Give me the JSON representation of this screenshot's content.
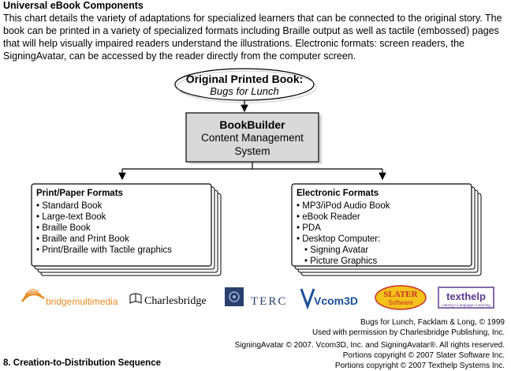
{
  "header": {
    "title": "Universal eBook Components",
    "intro": "This chart details the variety of adaptations for specialized learners that can be connected to the original story. The book can be printed in a variety of specialized formats including Braille output as well as tactile (embossed) pages that will help visually impaired readers understand the illustrations. Electronic formats: screen readers, the SigningAvatar, can be accessed by the reader directly from the computer screen."
  },
  "diagram": {
    "original": {
      "title": "Original Printed Book:",
      "subtitle": "Bugs for Lunch"
    },
    "bookbuilder": {
      "title": "BookBuilder",
      "line1": "Content Management",
      "line2": "System"
    },
    "print_formats": {
      "heading": "Print/Paper Formats",
      "items": [
        "Standard Book",
        "Large-text Book",
        "Braille Book",
        "Braille and Print Book",
        "Print/Braille with Tactile graphics"
      ]
    },
    "electronic_formats": {
      "heading": "Electronic Formats",
      "items": [
        "MP3/iPod Audio Book",
        "eBook Reader",
        "PDA",
        "Desktop Computer:"
      ],
      "subitems": [
        "Signing Avatar",
        "Picture Graphics"
      ]
    }
  },
  "logos": {
    "bridge": "bridgemultimedia",
    "charlesbridge": "Charlesbridge",
    "terc": "TERC",
    "vcom3d": "Vcom3D",
    "slater_top": "SLATER",
    "slater_bottom": "Software",
    "texthelp": "texthelp",
    "texthelp_tag": "Literacy • Language • Learning"
  },
  "credits": {
    "line1": "Bugs for Lunch, Facklam & Long, © 1999",
    "line2": "Used with permission by Charlesbridge Publishing, Inc.",
    "line3": "SigningAvatar © 2007.  Vcom3D, Inc. and SigningAvatar®. All rights reserved.",
    "line4": "Portions copyright © 2007 Slater Software Inc.",
    "line5": "Portions copyright © 2007 Texthelp Systems Inc."
  },
  "caption": "8. Creation-to-Distribution Sequence",
  "colors": {
    "box_fill": "#d9d9d9",
    "bridge_orange": "#e58a1f",
    "vcom_blue": "#1b4f9c",
    "terc_navy": "#2a3f6e",
    "slater_yellow": "#f4c21a",
    "texthelp_purple": "#5b3a8f"
  }
}
